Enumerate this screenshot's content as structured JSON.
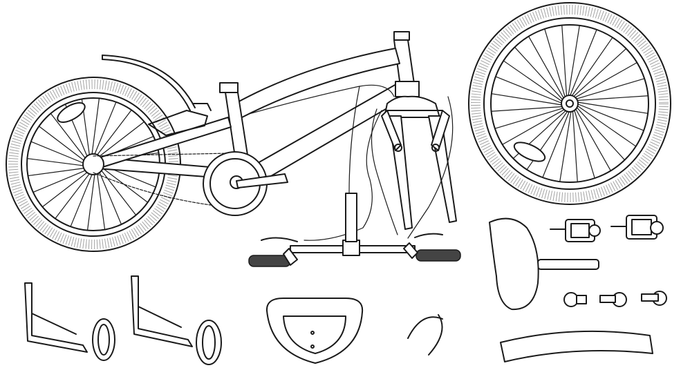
{
  "diagram": {
    "components": [
      "rear-wheel",
      "rear-fender",
      "frame",
      "chain",
      "chainguard",
      "fork",
      "v-brakes",
      "brake-cables",
      "handlebar",
      "front-wheel",
      "pedal-left",
      "pedal-right",
      "saddle-seatpost",
      "training-wheel-left",
      "training-wheel-right",
      "front-basket-bag",
      "cable-guides",
      "front-fender",
      "bolts"
    ]
  }
}
